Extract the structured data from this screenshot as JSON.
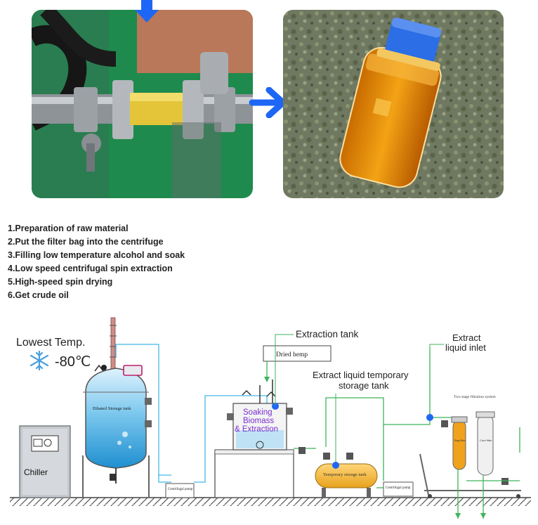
{
  "photos": {
    "left_icon": "centrifuge-pipe-sight-glass",
    "right_icon": "crude-oil-bottle-on-biomass"
  },
  "steps": [
    "1.Preparation of raw material",
    "2.Put the filter bag into the centrifuge",
    "3.Filling low temperature alcohol and soak",
    "4.Low speed centrifugal spin extraction",
    "5.High-speed spin drying",
    "6.Get crude oil"
  ],
  "diagram": {
    "lowest_temp": "Lowest Temp.",
    "temp_value": "-80℃",
    "chiller": "Chiller",
    "ethanol_tank": "Ethanol Storage tank",
    "centrifugal_pump_1": "Centrifugal pump",
    "centrifugal_pump_2": "Centrifugal pump",
    "extraction_tank": "Extraction tank",
    "dried_hemp": "Dried hemp",
    "soaking_1": "Soaking",
    "soaking_2": "Biomass",
    "soaking_3": "& Extraction",
    "temp_storage_title_1": "Extract liquid temporary",
    "temp_storage_title_2": "storage tank",
    "temporary_storage_tank": "Temporary storage tank",
    "extract_inlet_1": "Extract",
    "extract_inlet_2": "liquid inlet",
    "two_stage": "Two stage filtration system",
    "bag_filter": "Bag filter",
    "core_filter": "Core filter"
  },
  "colors": {
    "arrow_blue": "#1e66f5",
    "pipe_cyan": "#44b8e8",
    "pipe_green": "#3cb45a",
    "oil_orange": "#f0a21c",
    "soaking_purple": "#7a2ed0"
  }
}
